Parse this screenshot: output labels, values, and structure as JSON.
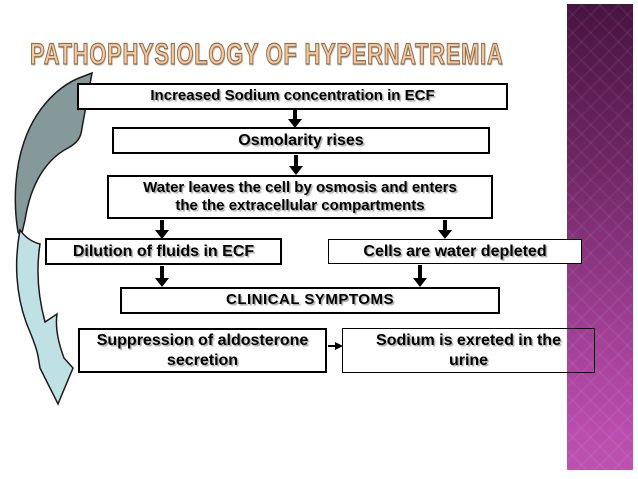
{
  "header": {
    "title": "PATHOPHYSIOLOGY OF HYPERNATREMIA"
  },
  "flowchart": {
    "boxes": [
      {
        "text": "Increased Sodium concentration in ECF"
      },
      {
        "text": "Osmolarity rises"
      },
      {
        "text": "Water leaves the cell by osmosis and enters\nthe the extracellular compartments"
      },
      {
        "text": "Dilution of fluids in ECF"
      },
      {
        "text": "Cells are water depleted"
      },
      {
        "text": "CLINICAL SYMPTOMS"
      },
      {
        "text": "Suppression of aldosterone\nsecretion"
      },
      {
        "text": "Sodium is exreted in the\nurine"
      }
    ]
  },
  "decor": {
    "title_fill_color": "#F6C99E",
    "title_outline_color": "#8D6F52",
    "right_bar_top_color": "#471341",
    "right_bar_bottom_color": "#BC52AF",
    "swoosh_dark_color": "#85999B",
    "swoosh_light_color": "#BFE1E4",
    "box_border_color": "#000000",
    "arrow_color": "#000000"
  }
}
